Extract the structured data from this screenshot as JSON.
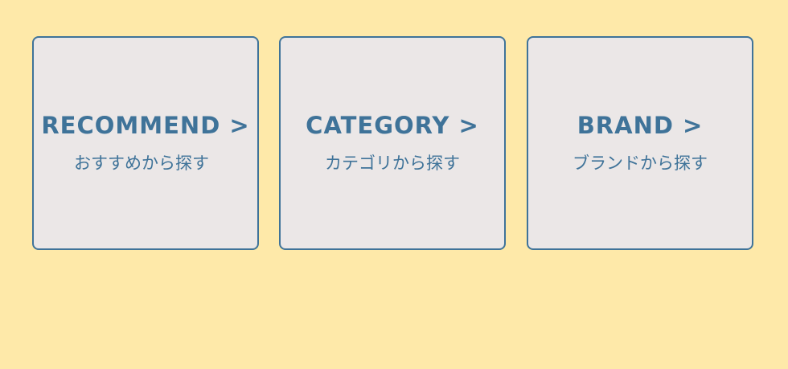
{
  "cards": [
    {
      "title": "RECOMMEND >",
      "subtitle": "おすすめから探す"
    },
    {
      "title": "CATEGORY >",
      "subtitle": "カテゴリから探す"
    },
    {
      "title": "BRAND >",
      "subtitle": "ブランドから探す"
    }
  ],
  "colors": {
    "background": "#fee9a9",
    "card": "#ebe7e7",
    "accent": "#3f7399"
  }
}
